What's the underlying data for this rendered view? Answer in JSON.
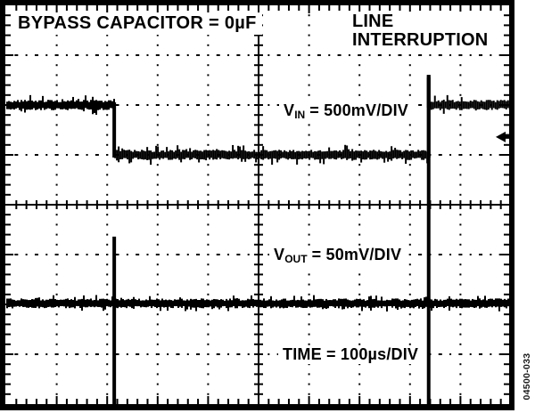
{
  "colors": {
    "ink": "#000000",
    "background": "#ffffff",
    "figure_number": "#1a1a1a"
  },
  "labels": {
    "bypass": "BYPASS CAPACITOR = 0µF",
    "event": [
      "LINE",
      "INTERRUPTION"
    ],
    "vin": {
      "symbol": "V",
      "subscript": "IN",
      "rest": "= 500mV/DIV"
    },
    "vout": {
      "symbol": "V",
      "subscript": "OUT",
      "rest": "= 50mV/DIV"
    },
    "time": "TIME = 100µs/DIV",
    "figure_number": "04500-033"
  },
  "chart_data": {
    "type": "line",
    "subtype": "oscilloscope-screenshot",
    "annotations": [
      "BYPASS CAPACITOR = 0µF",
      "LINE INTERRUPTION"
    ],
    "x_axis": {
      "label": "TIME",
      "scale": "100µs/DIV",
      "divisions": 10
    },
    "y_axis": {
      "divisions": 8,
      "minor_ticks_per_div": 5
    },
    "grid": {
      "style": "dotted division lines, center crosshair axes with minor ticks, tick marks on all four border edges",
      "legend_position": "none"
    },
    "series": [
      {
        "name": "VIN",
        "scale": "500mV/DIV",
        "points_div": [
          [
            -5,
            2
          ],
          [
            -2.86,
            2
          ],
          [
            -2.86,
            1
          ],
          [
            3.37,
            1
          ],
          [
            3.37,
            2.55
          ],
          [
            3.37,
            2
          ],
          [
            5,
            2
          ]
        ],
        "description": "Input sits 2 divisions above center, drops 1 division (500mV) at t=-2.86 div during line interruption, recovers at t=+3.37 div with overshoot spike to +2.55 div"
      },
      {
        "name": "VOUT",
        "scale": "50mV/DIV",
        "points_div": [
          [
            -5,
            -1.98
          ],
          [
            5,
            -1.98
          ]
        ],
        "spikes_div": [
          {
            "t": -2.86,
            "top": -0.64,
            "bottom": -4.0
          },
          {
            "t": 3.37,
            "top": 2.55,
            "bottom": -4.0
          }
        ],
        "description": "Output steady ~2 divisions below center with narrow bipolar transient spikes at the interruption and recovery instants, clipped at bottom of graticule"
      }
    ],
    "markers": [
      {
        "type": "trigger-arrow",
        "shape": "left-pointing-arrow",
        "edge": "right",
        "level_div": 1.36
      }
    ]
  }
}
